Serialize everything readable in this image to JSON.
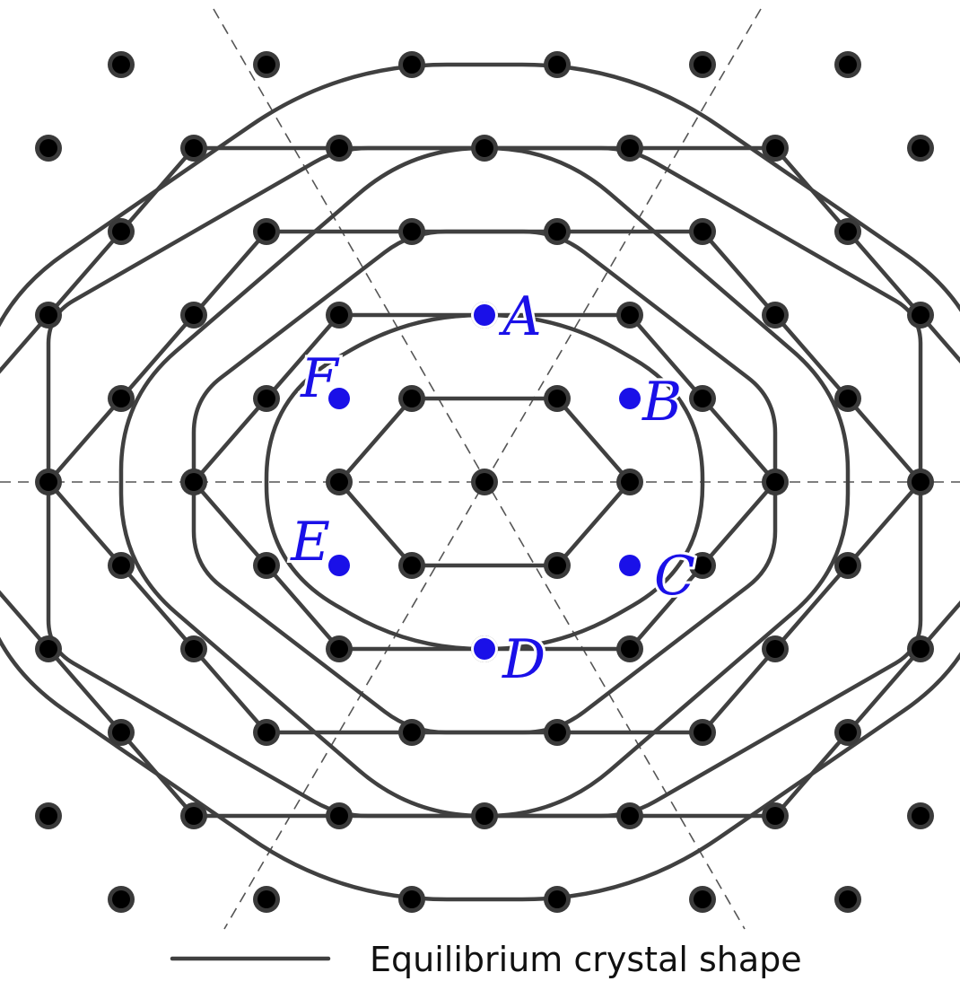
{
  "legend": {
    "label": "Equilibrium crystal shape",
    "line_color": "#404040"
  },
  "colors": {
    "highlight": "#1a10e8",
    "atom": "#000000",
    "contour": "#404040",
    "axis": "#555555"
  },
  "sites": [
    {
      "label": "A"
    },
    {
      "label": "B"
    },
    {
      "label": "C"
    },
    {
      "label": "D"
    },
    {
      "label": "E"
    },
    {
      "label": "F"
    }
  ]
}
